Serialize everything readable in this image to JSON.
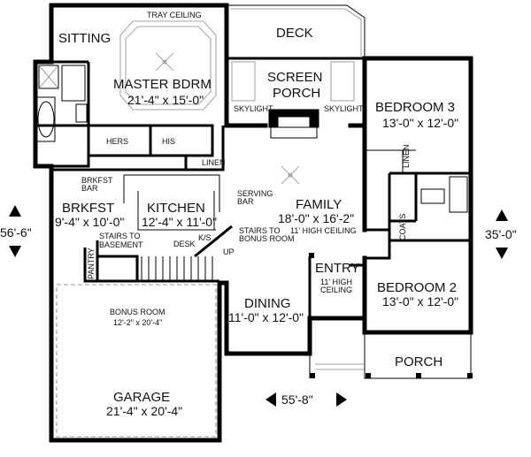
{
  "rooms": {
    "sitting": "SITTING",
    "tray_ceiling": "TRAY CEILING",
    "master_bdrm": "MASTER BDRM",
    "master_dim": "21'-4\" x 15'-0\"",
    "deck": "DECK",
    "screen_porch_1": "SCREEN",
    "screen_porch_2": "PORCH",
    "skylight_left": "SKYLIGHT",
    "skylight_right": "SKYLIGHT",
    "bedroom3": "BEDROOM 3",
    "bedroom3_dim": "13'-0\" x 12'-0\"",
    "hers": "HERS",
    "his": "HIS",
    "linen_master": "LINEN",
    "linen_bed3": "LINEN",
    "brkfst_bar_1": "BRKFST",
    "brkfst_bar_2": "BAR",
    "serving_bar_1": "SERVING",
    "serving_bar_2": "BAR",
    "brkfst": "BRKFST",
    "brkfst_dim": "9'-4\" x 10'-0\"",
    "kitchen": "KITCHEN",
    "kitchen_dim": "12'-4\" x 11'-0\"",
    "family": "FAMILY",
    "family_dim": "18'-0\" x 16'-2\"",
    "family_ceiling": "11' HIGH CEILING",
    "stairs_bonus_1": "STAIRS TO",
    "stairs_bonus_2": "BONUS ROOM",
    "stairs_basement_1": "STAIRS TO",
    "stairs_basement_2": "BASEMENT",
    "desk": "DESK",
    "ks": "K/S",
    "up": "UP",
    "pantry": "PANTRY",
    "coats": "COATS",
    "entry": "ENTRY",
    "entry_ceiling_1": "11' HIGH",
    "entry_ceiling_2": "CEILING",
    "bedroom2": "BEDROOM 2",
    "bedroom2_dim": "13'-0\" x 12'-0\"",
    "bonus_room": "BONUS ROOM",
    "bonus_dim": "12'-2\" x 20'-4\"",
    "dining": "DINING",
    "dining_dim": "11'-0\" x 12'-0\"",
    "porch": "PORCH",
    "garage": "GARAGE",
    "garage_dim": "21'-4\" x 20'-4\""
  },
  "dimensions": {
    "left_depth": "56'-6\"",
    "right_depth": "35'-0\"",
    "width": "55'-8\""
  }
}
